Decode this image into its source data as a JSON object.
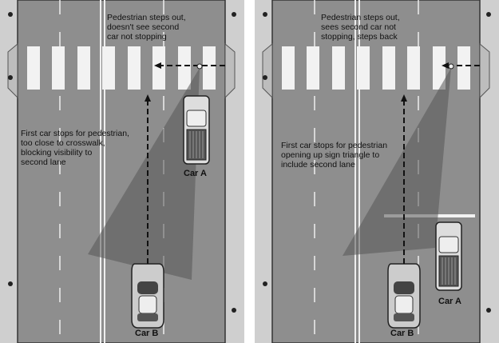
{
  "left_panel": {
    "pedestrian_note": [
      "Pedestrian steps out,",
      "doesn't see second",
      "car not stopping"
    ],
    "car_note": [
      "First car stops for pedestrian,",
      "too close to crosswalk,",
      "blocking visibility to",
      "second lane"
    ],
    "car_a": "Car A",
    "car_b": "Car B"
  },
  "right_panel": {
    "pedestrian_note": [
      "Pedestrian steps out,",
      "sees second car not",
      "stopping, steps back"
    ],
    "car_note": [
      "First car stops for pedestrian",
      "opening up sign triangle to",
      "include second  lane"
    ],
    "car_a": "Car A",
    "car_b": "Car B"
  }
}
